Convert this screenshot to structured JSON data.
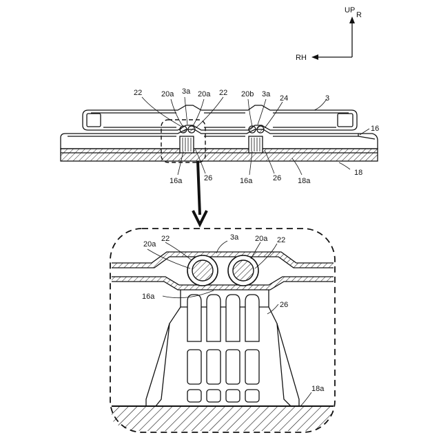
{
  "orientation": {
    "up": "UP",
    "right": "R",
    "left": "RH"
  },
  "labels": {
    "ref_3": "3",
    "ref_3a": "3a",
    "ref_16": "16",
    "ref_16a": "16a",
    "ref_18": "18",
    "ref_18a": "18a",
    "ref_20a": "20a",
    "ref_20b": "20b",
    "ref_22": "22",
    "ref_24": "24",
    "ref_26": "26"
  },
  "colors": {
    "line": "#111111",
    "background": "#ffffff"
  }
}
